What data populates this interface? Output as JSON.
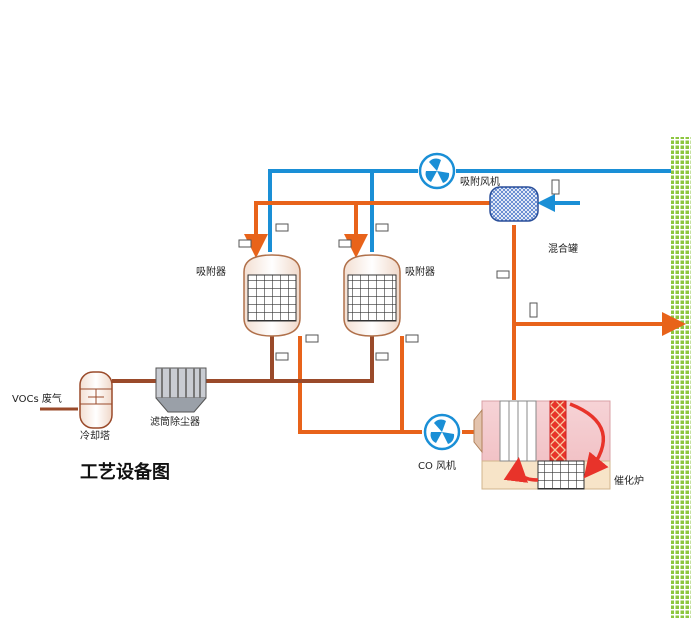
{
  "labels": {
    "voc_gas": "VOCs 废气",
    "cooling_tower": "冷却塔",
    "bag_filter": "滤筒除尘器",
    "adsorber_left": "吸附器",
    "adsorber_right": "吸附器",
    "adsorb_fan": "吸附风机",
    "mixing_tank": "混合罐",
    "co_fan": "CO 风机",
    "catalytic_furnace": "催化炉"
  },
  "title": "工艺设备图",
  "colors": {
    "blue_pipe": "#1a8fd6",
    "orange_pipe": "#e8631a",
    "brown_pipe": "#9a4a2a",
    "stack": "#8dc63f",
    "grid": "#444444"
  }
}
